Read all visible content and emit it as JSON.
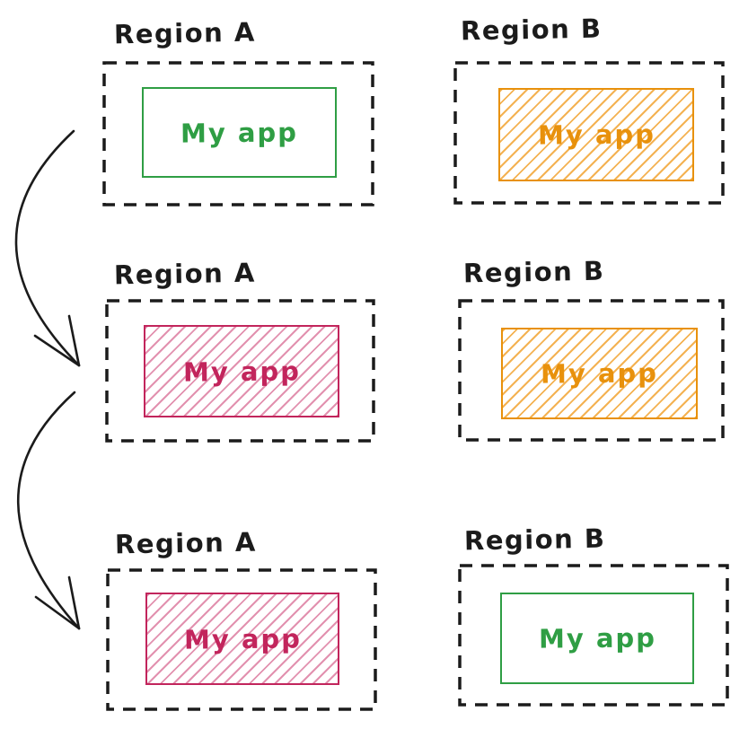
{
  "palette": {
    "ink": "#1b1b1b",
    "green": "#2f9e44",
    "orange": "#e8910c",
    "crimson": "#c2255c"
  },
  "rows": [
    {
      "regions": [
        {
          "label": "Region A",
          "app_label": "My app",
          "variant": "green-plain"
        },
        {
          "label": "Region B",
          "app_label": "My app",
          "variant": "orange-hatched"
        }
      ]
    },
    {
      "regions": [
        {
          "label": "Region A",
          "app_label": "My app",
          "variant": "crimson-hatched"
        },
        {
          "label": "Region B",
          "app_label": "My app",
          "variant": "orange-hatched"
        }
      ]
    },
    {
      "regions": [
        {
          "label": "Region A",
          "app_label": "My app",
          "variant": "crimson-hatched"
        },
        {
          "label": "Region B",
          "app_label": "My app",
          "variant": "green-plain"
        }
      ]
    }
  ],
  "arrows": [
    {
      "name": "arrow-row1-to-row2",
      "from": "row-1",
      "to": "row-2"
    },
    {
      "name": "arrow-row2-to-row3",
      "from": "row-2",
      "to": "row-3"
    }
  ]
}
